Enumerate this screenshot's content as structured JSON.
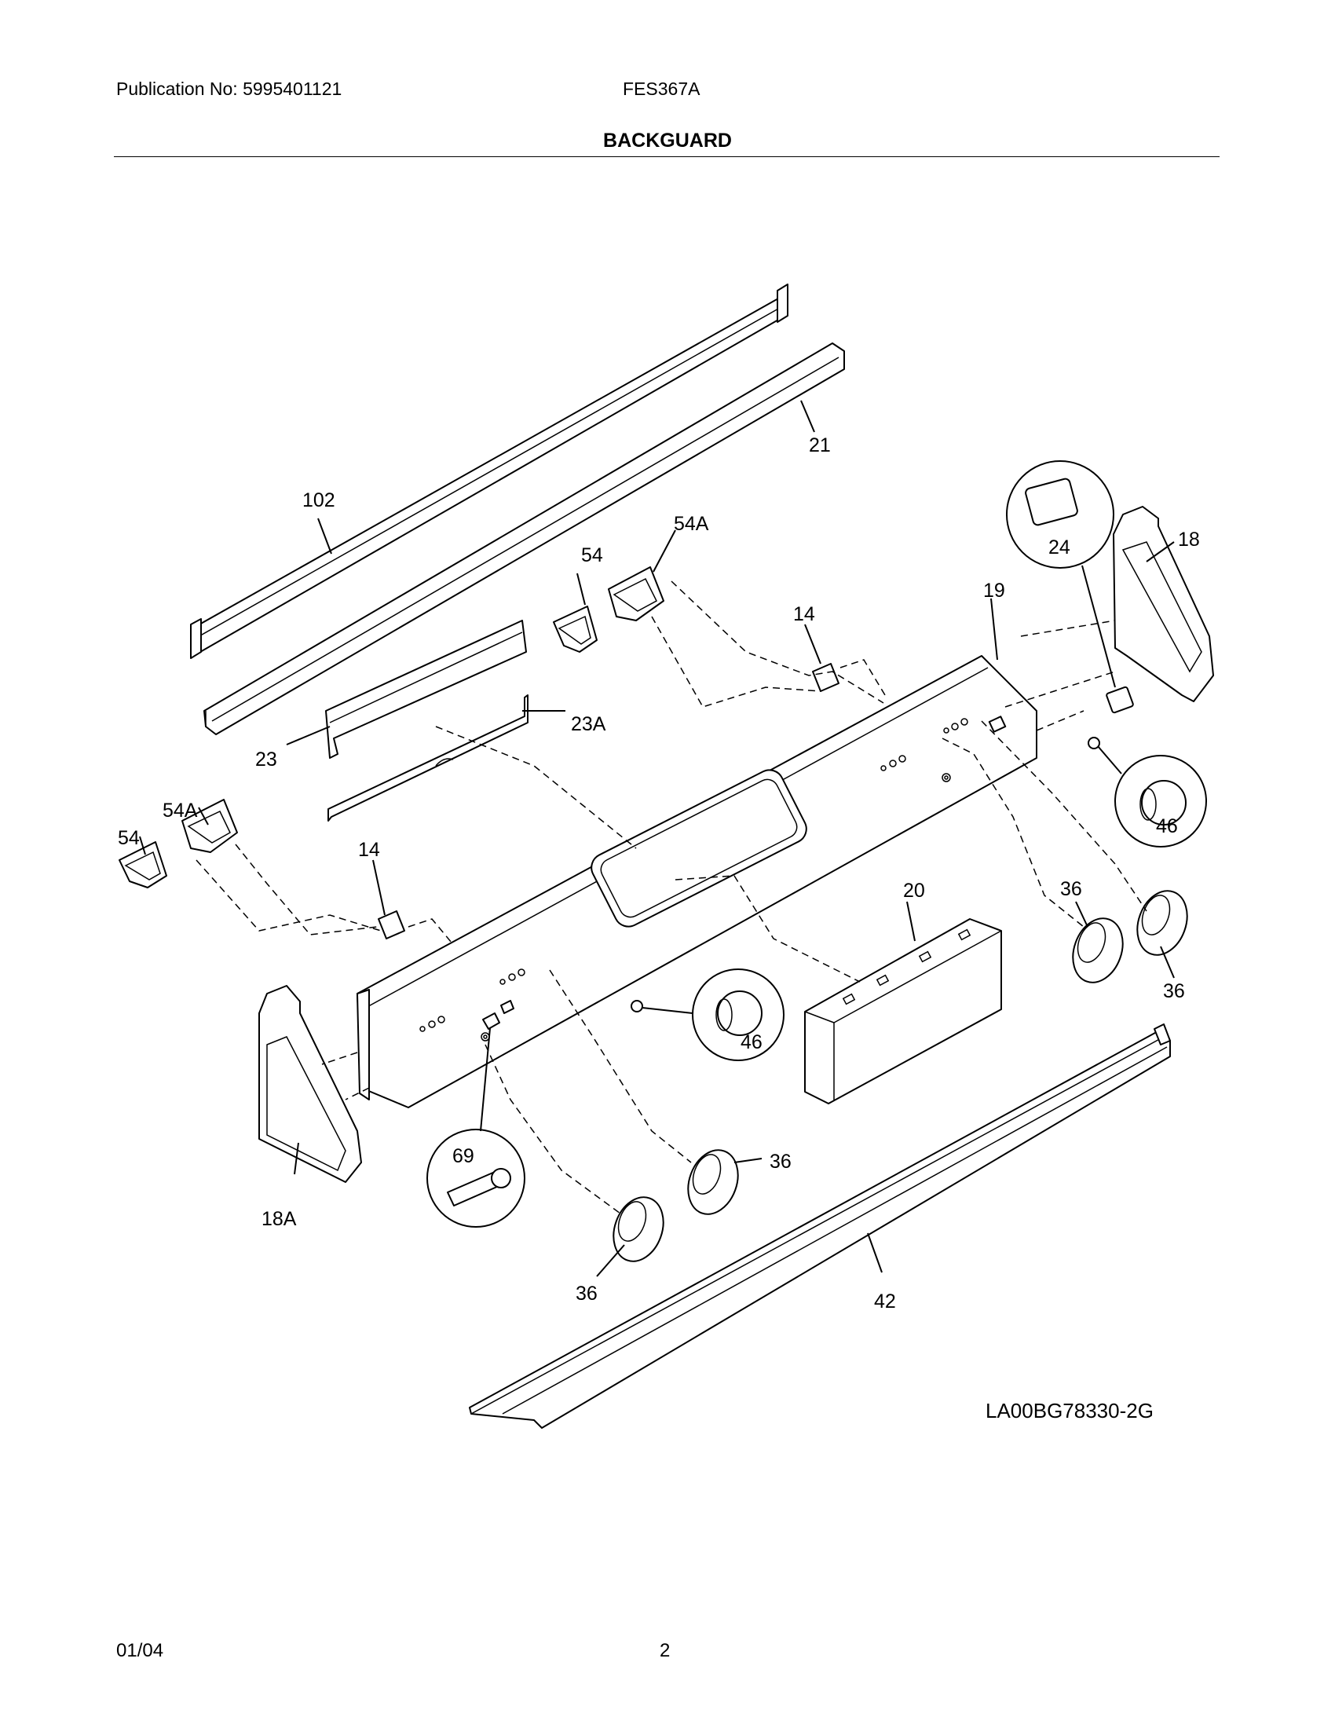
{
  "header": {
    "publication": "Publication No: 5995401121",
    "model": "FES367A",
    "title": "BACKGUARD"
  },
  "callouts": {
    "c102": "102",
    "c21": "21",
    "c54_top": "54",
    "c54a_top": "54A",
    "c14_top": "14",
    "c19": "19",
    "c24": "24",
    "c18": "18",
    "c23a": "23A",
    "c23": "23",
    "c54a_left": "54A",
    "c54_left": "54",
    "c14_left": "14",
    "c46_right": "46",
    "c36_r1": "36",
    "c36_r2": "36",
    "c20": "20",
    "c46_mid": "46",
    "c36_mid": "36",
    "c69": "69",
    "c18a": "18A",
    "c36_low": "36",
    "c42": "42"
  },
  "drawing_code": "LA00BG78330-2G",
  "footer": {
    "date": "01/04",
    "page": "2"
  }
}
